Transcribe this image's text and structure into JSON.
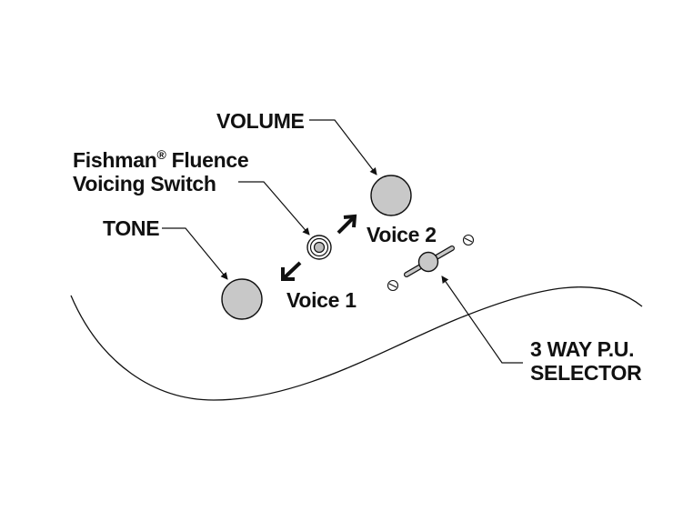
{
  "labels": {
    "volume": "VOLUME",
    "fishman_line1": "Fishman",
    "fishman_reg": "®",
    "fishman_line1_rest": " Fluence",
    "fishman_line2": "Voicing Switch",
    "tone": "TONE",
    "voice1": "Voice 1",
    "voice2": "Voice 2",
    "selector_line1": "3 WAY P.U.",
    "selector_line2": "SELECTOR"
  },
  "colors": {
    "line": "#111111",
    "knob_fill": "#c8c8c8",
    "background": "#ffffff"
  }
}
